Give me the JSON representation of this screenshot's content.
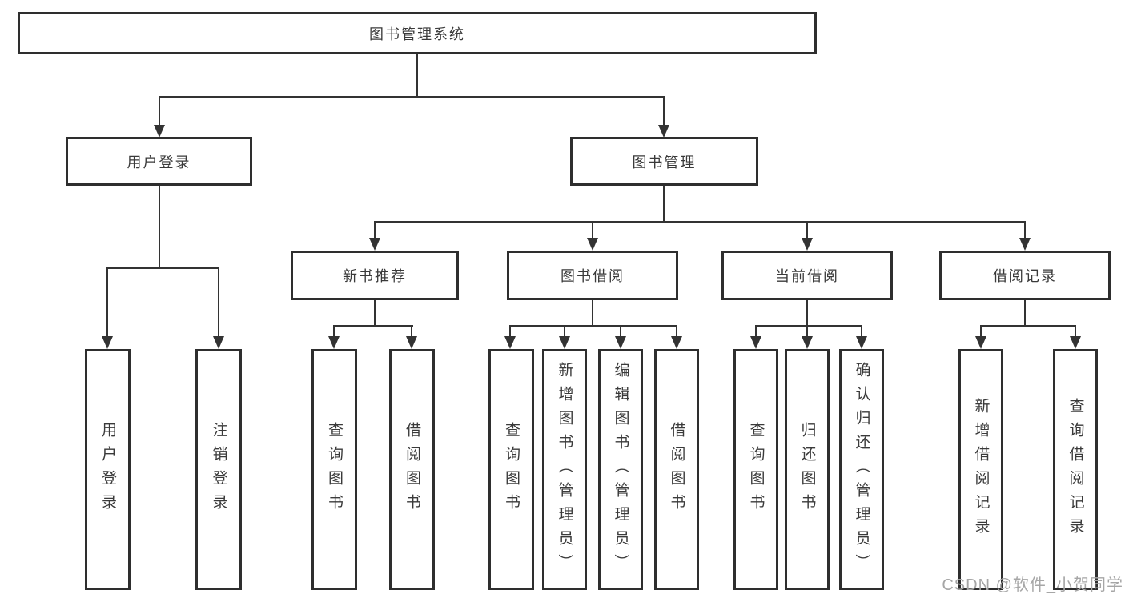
{
  "nodes": {
    "root": "图书管理系统",
    "branches": [
      "用户登录",
      "图书管理"
    ],
    "modules": [
      "新书推荐",
      "图书借阅",
      "当前借阅",
      "借阅记录"
    ],
    "leaves": {
      "login": [
        "用户登录",
        "注销登录"
      ],
      "recommend": [
        "查询图书",
        "借阅图书"
      ],
      "borrow": [
        "查询图书",
        "新增图书（管理员）",
        "编辑图书（管理员）",
        "借阅图书"
      ],
      "current": [
        "查询图书",
        "归还图书",
        "确认归还（管理员）"
      ],
      "records": [
        "新增借阅记录",
        "查询借阅记录"
      ]
    }
  },
  "watermark": "CSDN @软件_小贺同学",
  "colors": {
    "line": "#333333",
    "box_border": "#2e2e2e",
    "text": "#3a3a3a",
    "watermark_text": "#a6a6a6",
    "background": "#ffffff"
  }
}
